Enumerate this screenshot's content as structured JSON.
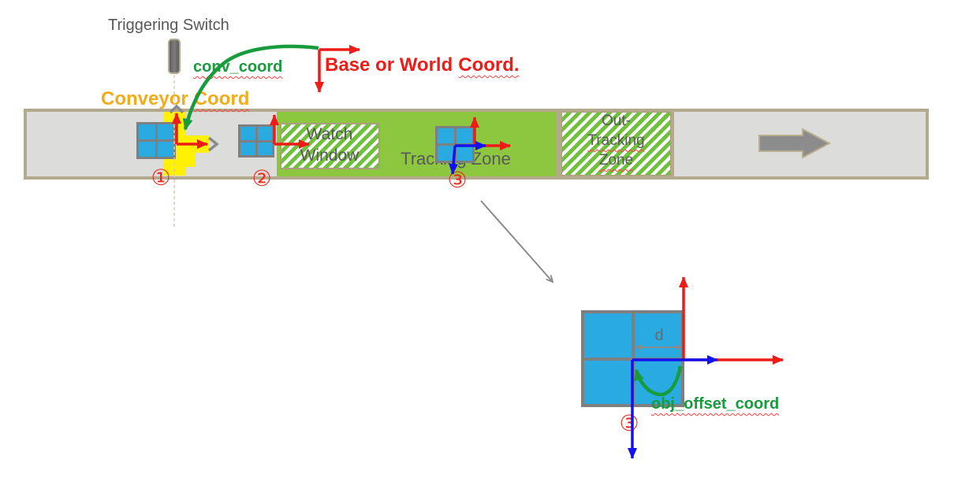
{
  "annotations": {
    "triggering_switch": "Triggering Switch",
    "conv_coord": "conv_coord",
    "conveyor_coord": {
      "word1": "Conveyor",
      "word2": "Coord"
    },
    "base_or_world_coord": {
      "word1": "Base or World",
      "word2": "Coord."
    },
    "obj_offset_coord": "obj_offset_coord",
    "distance_label": "d"
  },
  "conveyor_zones": {
    "watch_window": {
      "line1": "Watch",
      "line2": "Window"
    },
    "tracking_zone": "Tracking Zone",
    "out_tracking_zone": {
      "line1": "Out-",
      "line2": "Tracking",
      "line3": "Zone"
    }
  },
  "step_markers": {
    "step1": "①",
    "step2": "②",
    "step3": "③",
    "step3_detail": "③"
  },
  "colors": {
    "axis_red": "#ee1c17",
    "axis_blue": "#1212f0",
    "annotation_green": "#179b3d",
    "conveyor_coord_orange": "#f2ac19",
    "object_blue": "#29abe2",
    "tracking_zone_green": "#8dc63f",
    "hatch_green": "#6fc13c",
    "trigger_highlight_yellow": "#fff100",
    "conveyor_border_tan": "#b3a98c",
    "conveyor_fill_gray": "#dcdcdb",
    "zone_label_gray": "#595959"
  }
}
